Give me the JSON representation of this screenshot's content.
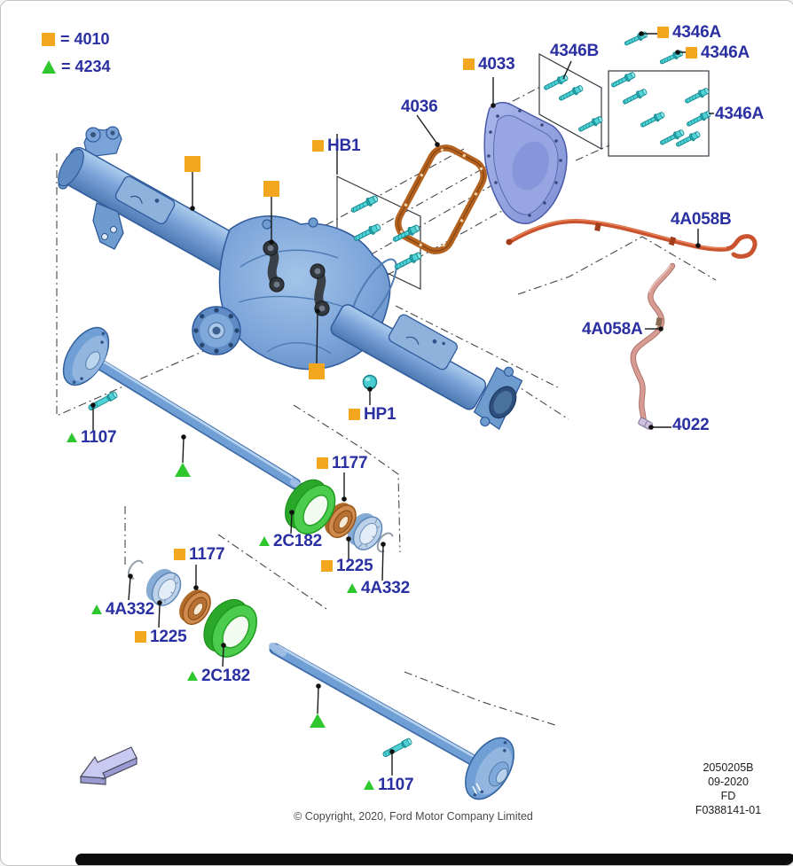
{
  "legend": {
    "square_label": "= 4010",
    "triangle_label": "= 4234"
  },
  "callouts": [
    {
      "id": "4346A-1",
      "marker": "square",
      "text": "4346A"
    },
    {
      "id": "4346A-2",
      "marker": "square",
      "text": "4346A"
    },
    {
      "id": "4346B",
      "marker": "none",
      "text": "4346B"
    },
    {
      "id": "4033",
      "marker": "square",
      "text": "4033"
    },
    {
      "id": "4036",
      "marker": "none",
      "text": "4036"
    },
    {
      "id": "HB1",
      "marker": "square",
      "text": "HB1"
    },
    {
      "id": "4346A-3",
      "marker": "none",
      "text": "4346A"
    },
    {
      "id": "4A058B",
      "marker": "none",
      "text": "4A058B"
    },
    {
      "id": "4A058A",
      "marker": "none",
      "text": "4A058A"
    },
    {
      "id": "4022",
      "marker": "none",
      "text": "4022"
    },
    {
      "id": "HP1",
      "marker": "square",
      "text": "HP1"
    },
    {
      "id": "1107-1",
      "marker": "triangle",
      "text": "1107"
    },
    {
      "id": "1177-1",
      "marker": "square",
      "text": "1177"
    },
    {
      "id": "2C182-1",
      "marker": "triangle",
      "text": "2C182"
    },
    {
      "id": "1225-1",
      "marker": "square",
      "text": "1225"
    },
    {
      "id": "4A332-1",
      "marker": "triangle",
      "text": "4A332"
    },
    {
      "id": "1177-2",
      "marker": "square",
      "text": "1177"
    },
    {
      "id": "4A332-2",
      "marker": "triangle",
      "text": "4A332"
    },
    {
      "id": "1225-2",
      "marker": "square",
      "text": "1225"
    },
    {
      "id": "2C182-2",
      "marker": "triangle",
      "text": "2C182"
    },
    {
      "id": "1107-2",
      "marker": "triangle",
      "text": "1107"
    }
  ],
  "unlabeled_markers": [
    {
      "marker": "square",
      "refers_to": "4010",
      "count": 3
    },
    {
      "marker": "triangle",
      "refers_to": "4234",
      "count": 2
    }
  ],
  "footer": {
    "copyright": "© Copyright, 2020, Ford Motor Company Limited",
    "doc_number": "2050205B",
    "doc_date": "09-2020",
    "doc_market": "FD",
    "doc_ref": "F0388141-01"
  },
  "colors": {
    "label_text": "#2a2fa2",
    "marker_square": "#f2a71f",
    "marker_triangle": "#2ec72e",
    "housing_blue": "#6f9fd4",
    "bolt_teal": "#4fd2d6",
    "gasket_brown": "#b4621f",
    "tube_red": "#c8532e",
    "tube_pink": "#d69b93",
    "bearing_green": "#3dc43d",
    "seal_copper": "#d08a4e",
    "bearing_blue": "#b5cde8"
  }
}
